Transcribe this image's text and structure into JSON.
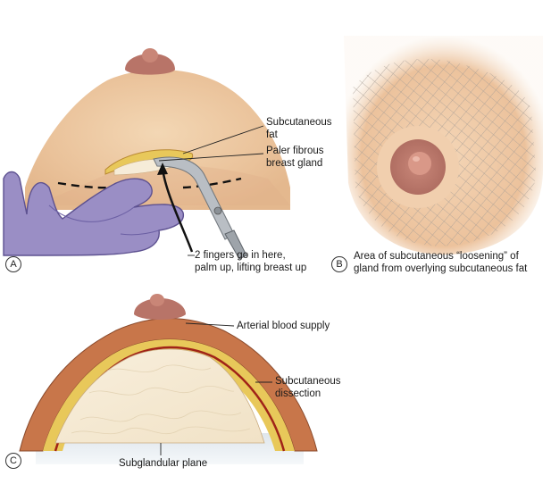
{
  "panel_a": {
    "badge": "A",
    "label_subcutaneous_fat_1": "Subcutaneous",
    "label_subcutaneous_fat_2": "fat",
    "label_paler_gland_1": "Paler fibrous",
    "label_paler_gland_2": "breast gland",
    "label_fingers_1": "2 fingers go in here,",
    "label_fingers_2": "palm up, lifting breast up"
  },
  "panel_b": {
    "badge": "B",
    "caption_1": "Area of subcutaneous “loosening” of",
    "caption_2": "gland from overlying subcutaneous fat"
  },
  "panel_c": {
    "badge": "C",
    "label_arterial": "Arterial blood supply",
    "label_subq_1": "Subcutaneous",
    "label_subq_2": "dissection",
    "label_subglandular": "Subglandular plane"
  },
  "colors": {
    "skin": "#ecc59e",
    "areola": "#b77a70",
    "glove": "#9a8ec5",
    "fat": "#e8c85a",
    "dermis": "#c8764a",
    "artery": "#a02318",
    "gland": "#f6ebd7",
    "instrument": "#b9bec4"
  }
}
